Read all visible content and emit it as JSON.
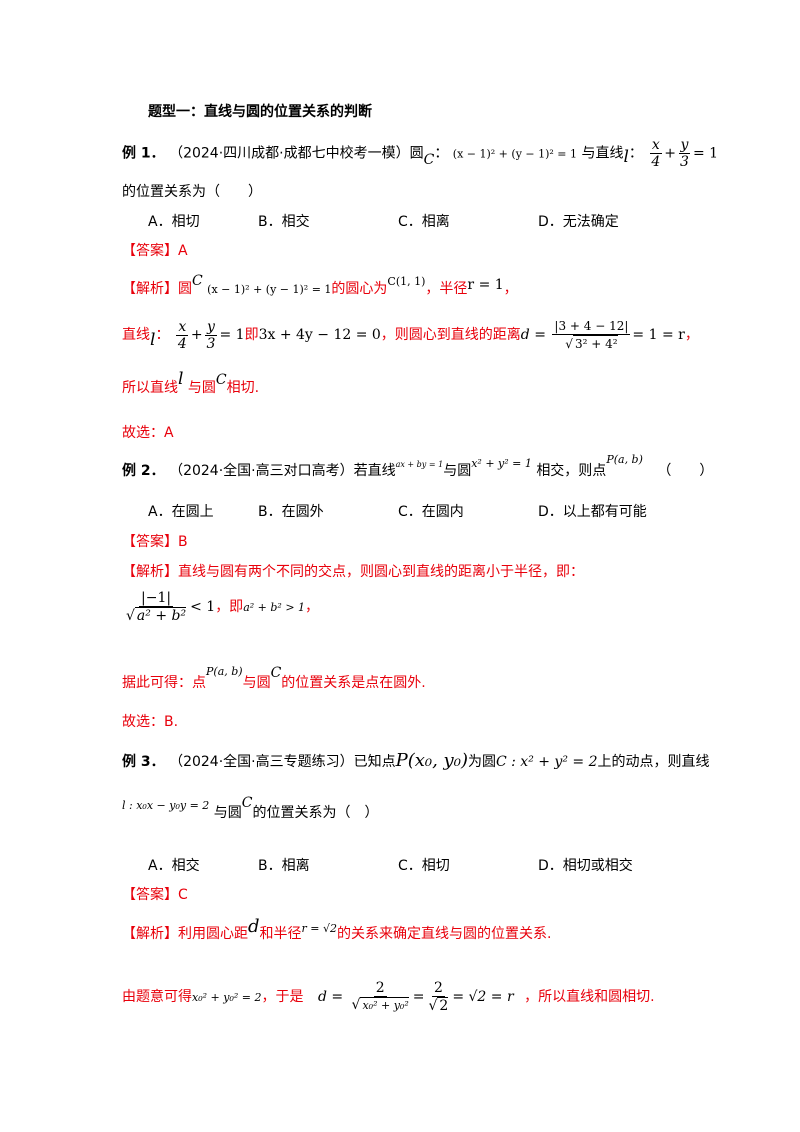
{
  "title": "题型一：直线与圆的位置关系的判断",
  "ex1": {
    "label": "例 1．",
    "source": "（2024·四川成都·成都七中校考一模）圆",
    "circle_var": "C",
    "circle_eq": "(x − 1)² + (y − 1)² = 1",
    "mid": "与直线",
    "line_var": "l",
    "line_num1": "x",
    "line_den1": "4",
    "line_plus": "+",
    "line_num2": "y",
    "line_den2": "3",
    "line_eq1": "= 1",
    "question2": "的位置关系为（　　）",
    "options": [
      "A．相切",
      "B．相交",
      "C．相离",
      "D．无法确定"
    ],
    "answer_tag": "【答案】",
    "answer": "A",
    "analysis_tag": "【解析】",
    "a1": "圆",
    "a1_var": "C",
    "a1_eq": "(x − 1)² + (y − 1)² = 1",
    "a1_center_text": "的圆心为",
    "a1_center": "C(1, 1)",
    "a1_radius_text": "，半径",
    "a1_radius": "r = 1",
    "a1_end": "，",
    "a2_start": "直线",
    "a2_var": "l",
    "a2_eq_tail": "= 1",
    "a2_ji": "即",
    "a2_line": "3x + 4y − 12 = 0",
    "a2_dist_text": "，则圆心到直线的距离",
    "a2_d": "d =",
    "a2_num": "|3 + 4 − 12|",
    "a2_den": "3² + 4²",
    "a2_result": "= 1 = r",
    "a2_end": "，",
    "a3_1": "所以直线",
    "a3_var1": "l",
    "a3_2": "与圆",
    "a3_var2": "C",
    "a3_3": "相切.",
    "a4": "故选：A"
  },
  "ex2": {
    "label": "例 2．",
    "source": "（2024·全国·高三对口高考）若直线",
    "line_eq": "ax + by = 1",
    "mid": "与圆",
    "circle_eq": "x² + y² = 1",
    "mid2": "相交，则点",
    "point": "P(a, b)",
    "paren": "（　　）",
    "options": [
      "A．在圆上",
      "B．在圆外",
      "C．在圆内",
      "D．以上都有可能"
    ],
    "answer_tag": "【答案】",
    "answer": "B",
    "analysis_tag": "【解析】",
    "a1": "直线与圆有两个不同的交点，则圆心到直线的距离小于半径，即：",
    "a2_num": "|−1|",
    "a2_den": "a² + b²",
    "a2_lt": "< 1",
    "a2_ji": "，即",
    "a2_res": "a² + b² > 1",
    "a2_end": "，",
    "a3_1": "据此可得：点",
    "a3_point": "P(a, b)",
    "a3_2": "与圆",
    "a3_var": "C",
    "a3_3": "的位置关系是点在圆外.",
    "a4": "故选：B."
  },
  "ex3": {
    "label": "例 3．",
    "source": "（2024·全国·高三专题练习）已知点",
    "point": "P(x₀, y₀)",
    "mid": "为圆",
    "circle_eq": "C : x² + y² = 2",
    "mid2": "上的动点，则直线",
    "line_eq": "l : x₀x − y₀y = 2",
    "mid3": "与圆",
    "circle_var": "C",
    "question2": "的位置关系为（　）",
    "options": [
      "A．相交",
      "B．相离",
      "C．相切",
      "D．相切或相交"
    ],
    "answer_tag": "【答案】",
    "answer": "C",
    "analysis_tag": "【解析】",
    "a1_1": "利用圆心距",
    "a1_d": "d",
    "a1_2": "和半径",
    "a1_r": "r = √2",
    "a1_3": "的关系来确定直线与圆的位置关系.",
    "a2_1": "由题意可得",
    "a2_eq": "x₀² + y₀² = 2",
    "a2_2": "，于是",
    "a2_d": "d =",
    "a2_num": "2",
    "a2_den": "x₀² + y₀²",
    "a2_eq2": "=",
    "a2_num2": "2",
    "a2_den2": "2",
    "a2_res": "= √2 = r",
    "a2_3": "，所以直线和圆相切."
  }
}
